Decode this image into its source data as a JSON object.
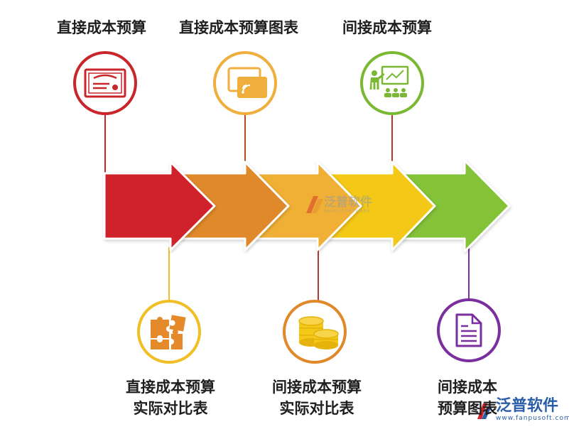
{
  "steps_top": [
    {
      "label": "直接成本预算",
      "icon": "certificate-icon",
      "color": "#c8262a"
    },
    {
      "label": "直接成本预算图表",
      "icon": "screen-share-icon",
      "color": "#e89c2b"
    },
    {
      "label": "间接成本预算",
      "icon": "presentation-icon",
      "color": "#7ab834"
    }
  ],
  "steps_bottom": [
    {
      "lines": [
        "直接成本预算",
        "实际对比表"
      ],
      "icon": "puzzle-icon",
      "color": "#f0bf25"
    },
    {
      "lines": [
        "间接成本预算",
        "实际对比表"
      ],
      "icon": "coins-icon",
      "color": "#e0892a"
    },
    {
      "lines": [
        "间接成本",
        "预算图表"
      ],
      "icon": "document-icon",
      "color": "#7b2e9e"
    }
  ],
  "arrow_colors": [
    "#d0242b",
    "#e0892a",
    "#f0b035",
    "#f3c816",
    "#84c238"
  ],
  "watermark": {
    "brand": "泛普软件",
    "sub": "FANPUSOFTWARE",
    "url": "www.fanpusoft.com"
  }
}
